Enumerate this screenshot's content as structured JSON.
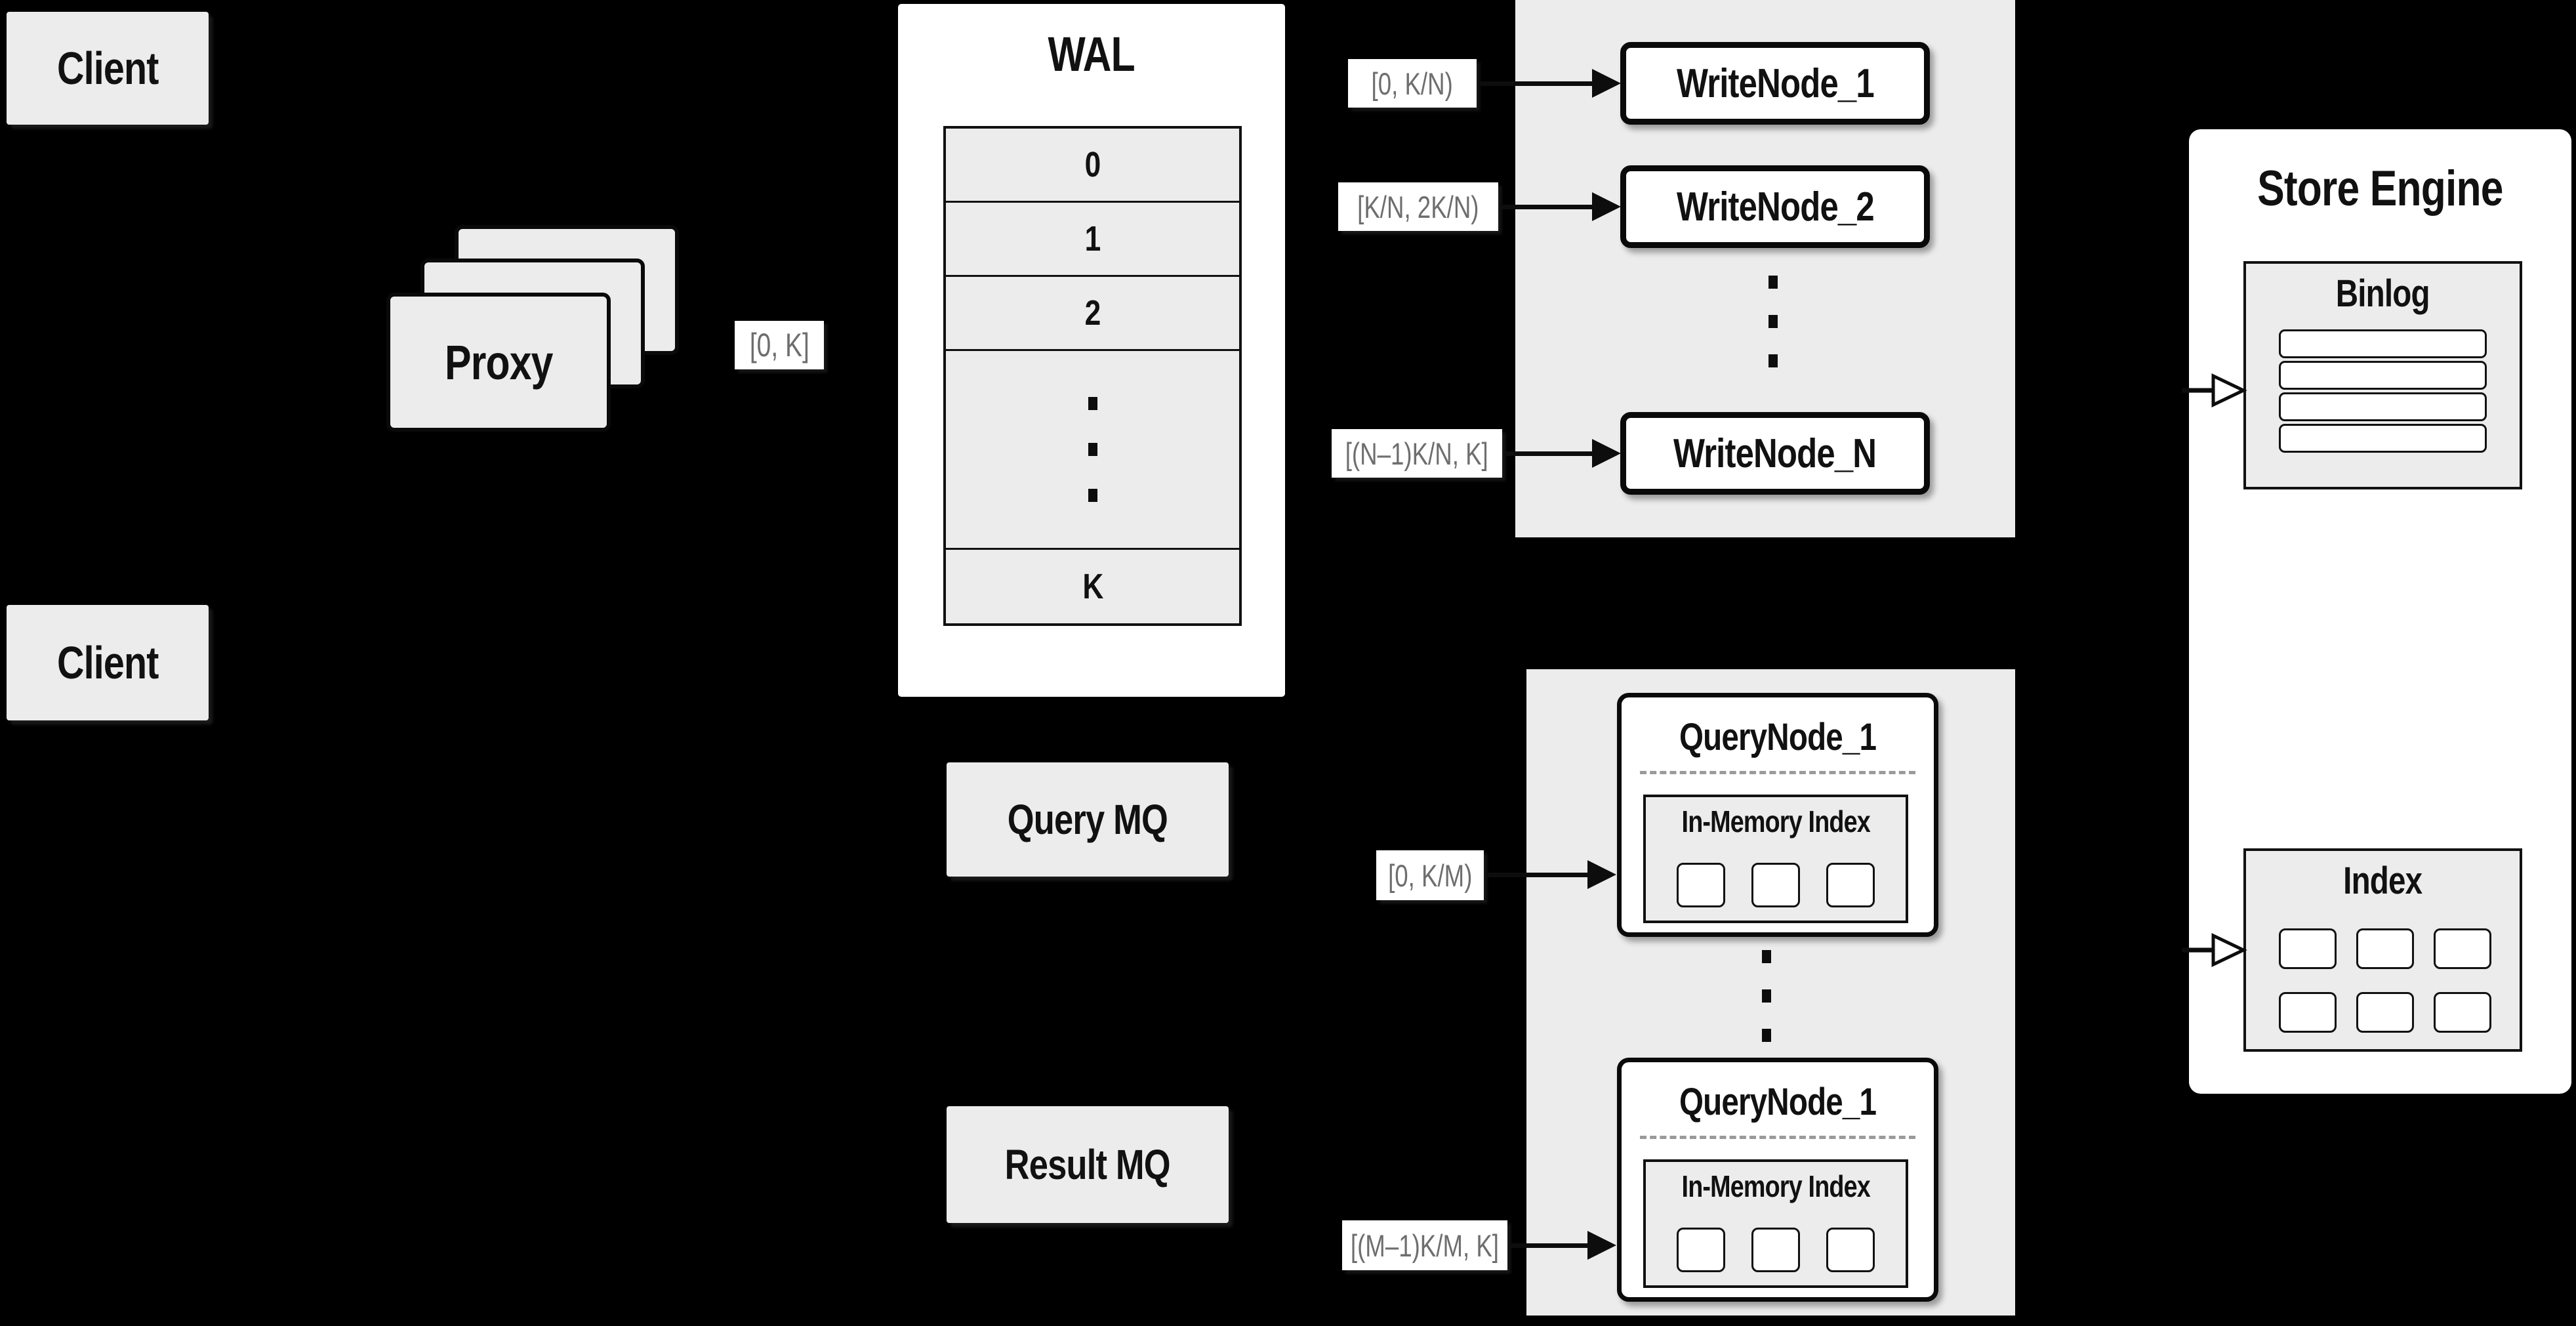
{
  "clients": {
    "top_label": "Client",
    "bottom_label": "Client"
  },
  "proxy": {
    "label": "Proxy",
    "fanout_range": "[0, K]"
  },
  "wal": {
    "title": "WAL",
    "segments": [
      "0",
      "1",
      "2",
      "K"
    ]
  },
  "write_cluster": {
    "nodes": [
      {
        "label": "WriteNode_1",
        "range": "[0, K/N)"
      },
      {
        "label": "WriteNode_2",
        "range": "[K/N, 2K/N)"
      },
      {
        "label": "WriteNode_N",
        "range": "[(N–1)K/N, K]"
      }
    ]
  },
  "store_engine": {
    "title": "Store Engine",
    "binlog_title": "Binlog",
    "index_title": "Index"
  },
  "mq": {
    "query_label": "Query MQ",
    "result_label": "Result MQ"
  },
  "query_cluster": {
    "nodes": [
      {
        "label": "QueryNode_1",
        "inmem_label": "In-Memory Index",
        "range": "[0, K/M)"
      },
      {
        "label": "QueryNode_1",
        "inmem_label": "In-Memory Index",
        "range": "[(M–1)K/M, K]"
      }
    ]
  },
  "colors": {
    "background": "#000000",
    "panel_gray": "#ececec",
    "box_white": "#ffffff",
    "line_black": "#0d0d0d",
    "range_text_gray": "#6e6e6e"
  }
}
